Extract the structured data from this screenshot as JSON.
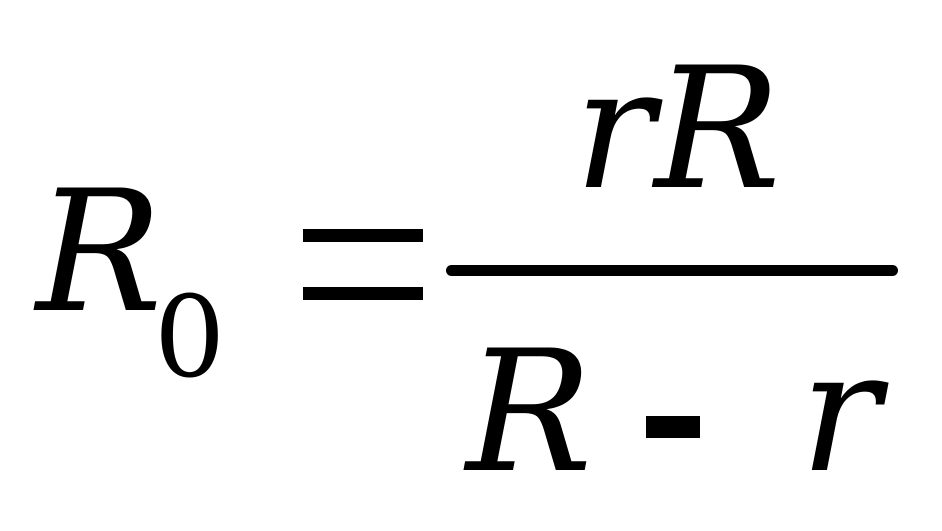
{
  "formula": {
    "lhs": {
      "variable": "R",
      "subscript": "0"
    },
    "operator": "=",
    "numerator": "rR",
    "denominator": {
      "left": "R",
      "operator": "-",
      "right": "r"
    }
  }
}
